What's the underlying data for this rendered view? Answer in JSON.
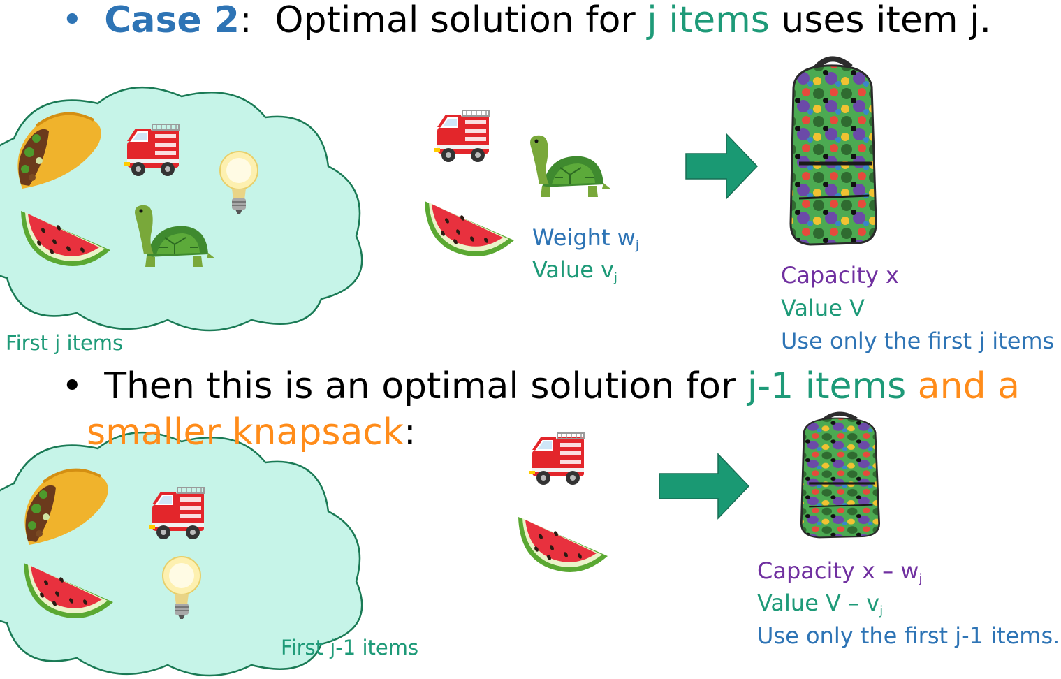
{
  "case_bullet": {
    "bullet": "•",
    "label": "Case 2",
    "text_a": ":  Optimal solution for ",
    "highlight": "j items",
    "text_b": " uses item j."
  },
  "top": {
    "set_caption": "First j items",
    "weight_label": "Weight w",
    "weight_sub": "j",
    "value_label": "Value v",
    "value_sub": "j",
    "capacity": "Capacity x",
    "value_total": "Value V",
    "use_only": "Use only the first j items"
  },
  "then_bullet": {
    "bullet": "•",
    "text_a": "Then this is an optimal solution for ",
    "highlight_green": "j-1 items",
    "highlight_orange_1": " and a",
    "highlight_orange_2": "smaller knapsack",
    "text_b": ":"
  },
  "bottom": {
    "set_caption": "First j-1 items",
    "capacity": "Capacity x – w",
    "capacity_sub": "j",
    "value_total": "Value V – v",
    "value_sub": "j",
    "use_only": "Use only the first j-1 items."
  },
  "colors": {
    "blue": "#2e74b5",
    "green": "#1e9a78",
    "purple": "#7030a0",
    "orange": "#ff8c1a",
    "cloud_fill": "#c6f4e8",
    "cloud_stroke": "#1a7a55",
    "arrow": "#1a9973"
  },
  "icons": [
    "taco-icon",
    "fire-truck-icon",
    "light-bulb-icon",
    "watermelon-icon",
    "turtle-icon",
    "backpack-icon",
    "arrow-right-icon"
  ]
}
